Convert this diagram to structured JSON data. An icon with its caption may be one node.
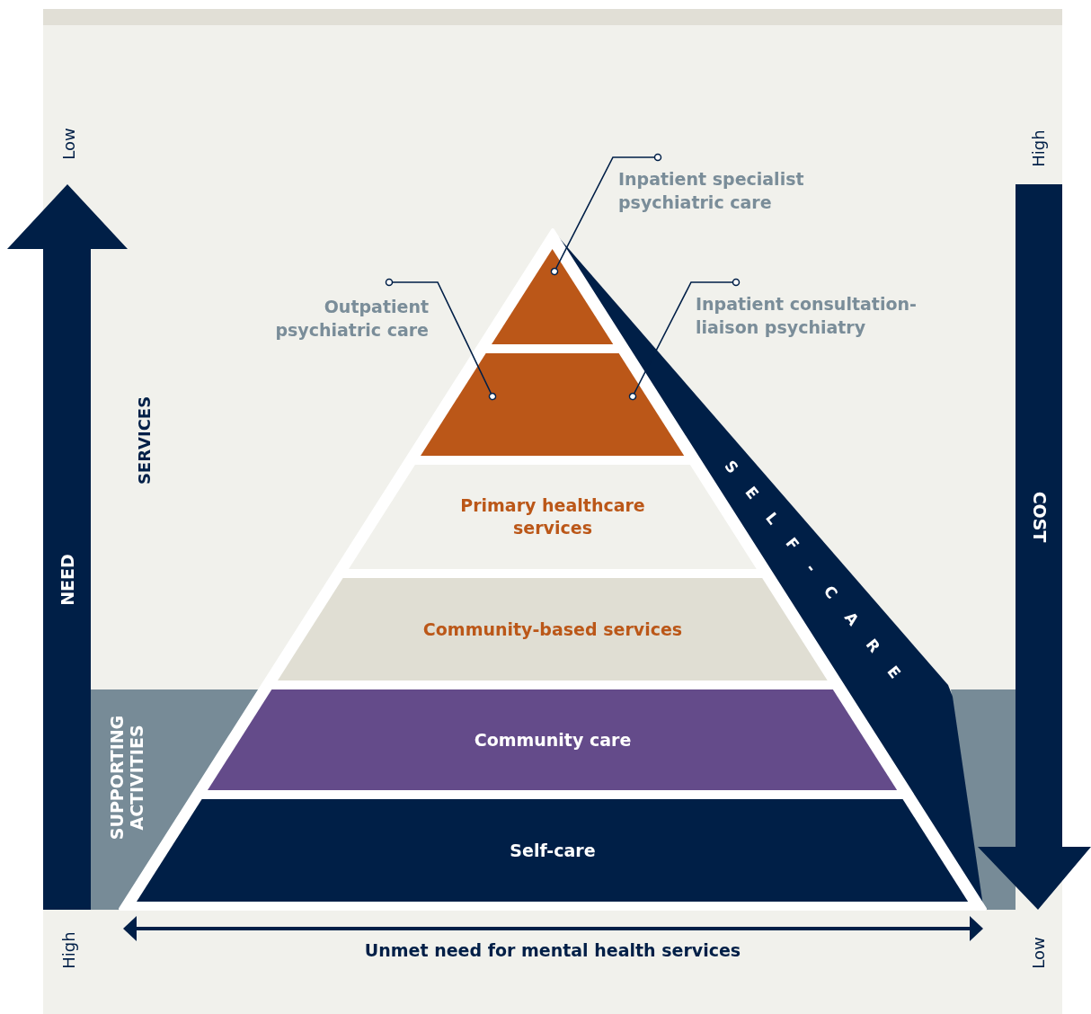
{
  "diagram": {
    "nodes": [
      {
        "text": [],
        "shape": "triangle"
      },
      {
        "text": [],
        "shape": "trapezoid"
      },
      {
        "text": [
          "Primary healthcare services"
        ]
      },
      {
        "text": [
          "Community-based services"
        ]
      },
      {
        "text": [
          "Community care"
        ]
      },
      {
        "text": [
          "Self-care"
        ]
      },
      {
        "text": [
          "SELF-CARE"
        ]
      },
      {
        "text": [
          "Inpatient specialist psychiatric care"
        ]
      },
      {
        "text": [
          "Outpatient psychiatric care"
        ]
      },
      {
        "text": [
          "Inpatient consultation-liaison psychiatry"
        ]
      },
      {
        "text": [
          "SUPPORTING ACTIVITIES"
        ]
      }
    ],
    "edges": [
      {
        "from": 7,
        "to": 0,
        "arrow": "other"
      },
      {
        "from": 8,
        "to": 1,
        "arrow": "other"
      },
      {
        "from": 9,
        "to": 1,
        "arrow": "other"
      }
    ],
    "labels": [
      "Low",
      "High",
      "SERVICES",
      "NEED",
      "COST",
      "High",
      "Low",
      "Unmet need for mental health services"
    ]
  }
}
